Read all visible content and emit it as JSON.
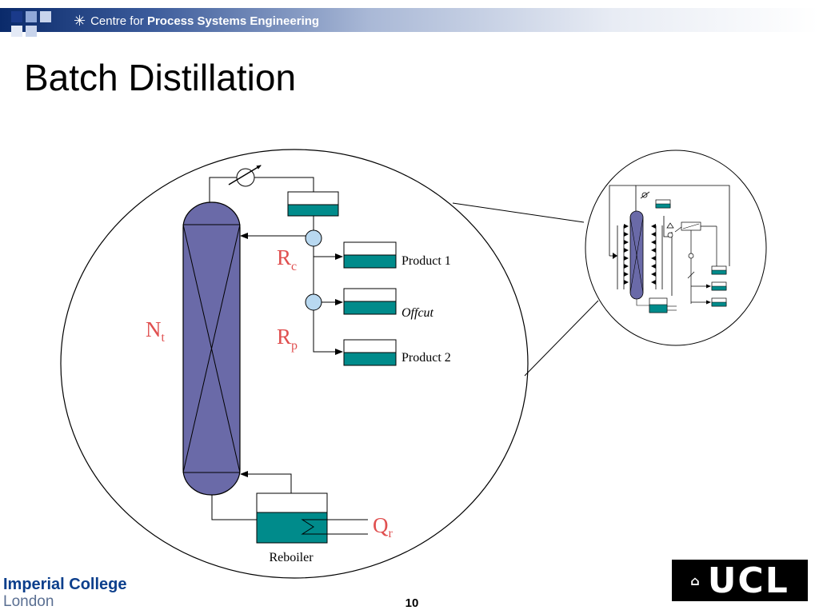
{
  "header": {
    "org_prefix": "Centre for",
    "org_bold": "Process Systems Engineering",
    "star_icon": "✳",
    "bar_color": "#0a2a6a"
  },
  "slide": {
    "title": "Batch Distillation",
    "page_number": "10"
  },
  "diagram": {
    "labels": {
      "nt_main": "N",
      "nt_sub": "t",
      "rc_main": "R",
      "rc_sub": "c",
      "rp_main": "R",
      "rp_sub": "p",
      "qr_main": "Q",
      "qr_sub": "r"
    },
    "tanks": {
      "product1": "Product 1",
      "offcut": "Offcut",
      "product2": "Product 2",
      "reboiler": "Reboiler"
    },
    "colors": {
      "column_fill": "#6a6aa8",
      "liquid_fill": "#008b8b",
      "variable_label": "#e05050",
      "splitter_fill": "#b8d8f0"
    }
  },
  "footer": {
    "imperial_line1": "Imperial College",
    "imperial_line2": "London",
    "ucl_text": "UCL",
    "ucl_icon": "⌂"
  }
}
